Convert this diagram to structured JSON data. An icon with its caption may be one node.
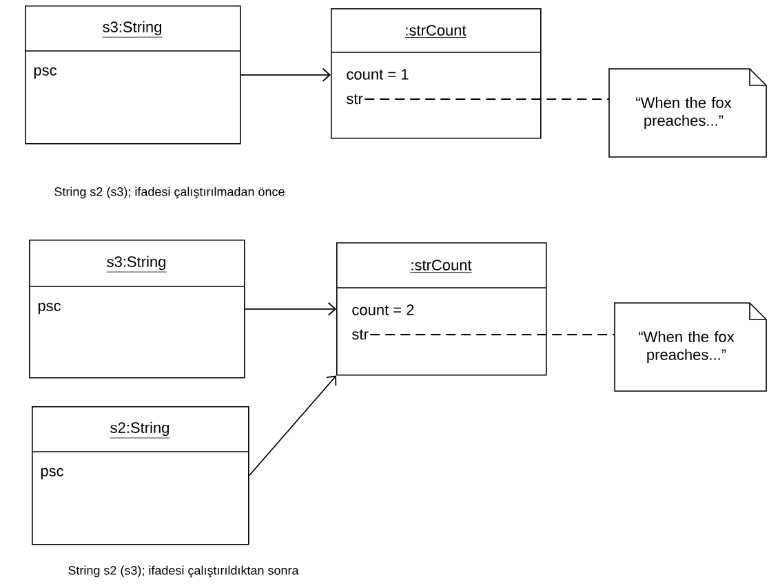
{
  "diagram": {
    "nodes": [
      {
        "text": [
          "s3:String",
          "psc"
        ]
      },
      {
        "text": [
          ":strCount",
          "count = 1",
          "str"
        ]
      },
      {
        "text": [
          "“When the fox preaches...”"
        ]
      },
      {
        "text": [
          "s3:String",
          "psc"
        ]
      },
      {
        "text": [
          ":strCount",
          "count = 2",
          "str"
        ]
      },
      {
        "text": [
          "s2:String",
          "psc"
        ]
      },
      {
        "text": [
          "“When the fox preaches...”"
        ]
      }
    ],
    "edges": [
      {
        "from": 0,
        "to": 1,
        "arrow": "to"
      },
      {
        "from": 1,
        "to": 2,
        "arrow": "none",
        "style": "dashed"
      },
      {
        "from": 3,
        "to": 4,
        "arrow": "to"
      },
      {
        "from": 5,
        "to": 4,
        "arrow": "to"
      },
      {
        "from": 4,
        "to": 6,
        "arrow": "none",
        "style": "dashed"
      }
    ],
    "labels": [
      "String s2 (s3); ifadesi çalıştırılmadan önce",
      "String s2 (s3); ifadesi çalıştırıldıktan sonra"
    ]
  }
}
